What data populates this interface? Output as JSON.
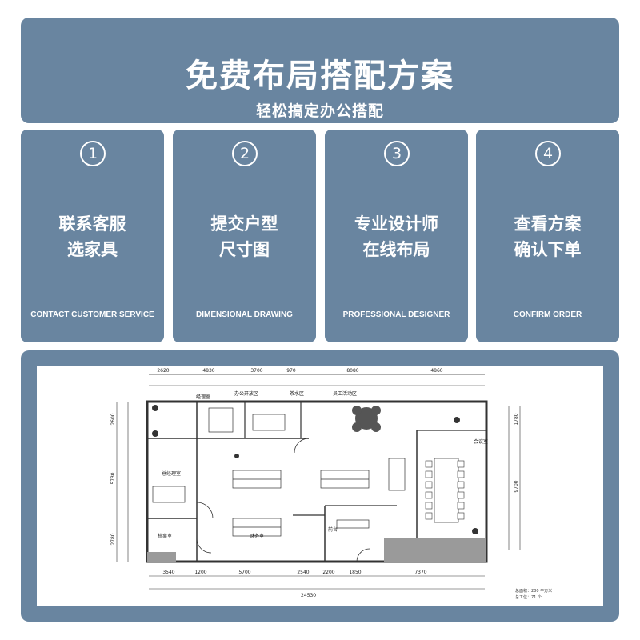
{
  "header": {
    "title": "免费布局搭配方案",
    "subtitle": "轻松搞定办公搭配"
  },
  "steps": [
    {
      "num": "1",
      "cn_line1": "联系客服",
      "cn_line2": "选家具",
      "en": "CONTACT CUSTOMER SERVICE"
    },
    {
      "num": "2",
      "cn_line1": "提交户型",
      "cn_line2": "尺寸图",
      "en": "DIMENSIONAL DRAWING"
    },
    {
      "num": "3",
      "cn_line1": "专业设计师",
      "cn_line2": "在线布局",
      "en": "PROFESSIONAL DESIGNER"
    },
    {
      "num": "4",
      "cn_line1": "查看方案",
      "cn_line2": "确认下单",
      "en": "CONFIRM ORDER"
    }
  ],
  "floorplan": {
    "top_dims": [
      "2620",
      "4830",
      "3700",
      "970",
      "8080",
      "4860"
    ],
    "bottom_dims": [
      "3540",
      "1200",
      "5700",
      "2540",
      "2200",
      "1850",
      "7370"
    ],
    "total_dim": "24530",
    "left_dims": [
      "2600",
      "5730",
      "2780"
    ],
    "right_dims": [
      "1780",
      "9700"
    ],
    "room_labels": [
      "经理室",
      "办公开放区",
      "茶水区",
      "员工活动区",
      "会议室",
      "总经理室",
      "档案室",
      "财务室",
      "前台"
    ],
    "legend": [
      "总面积：280 平方米",
      "总工位：71 个"
    ]
  },
  "colors": {
    "panel": "#6985a0",
    "text": "#ffffff"
  }
}
